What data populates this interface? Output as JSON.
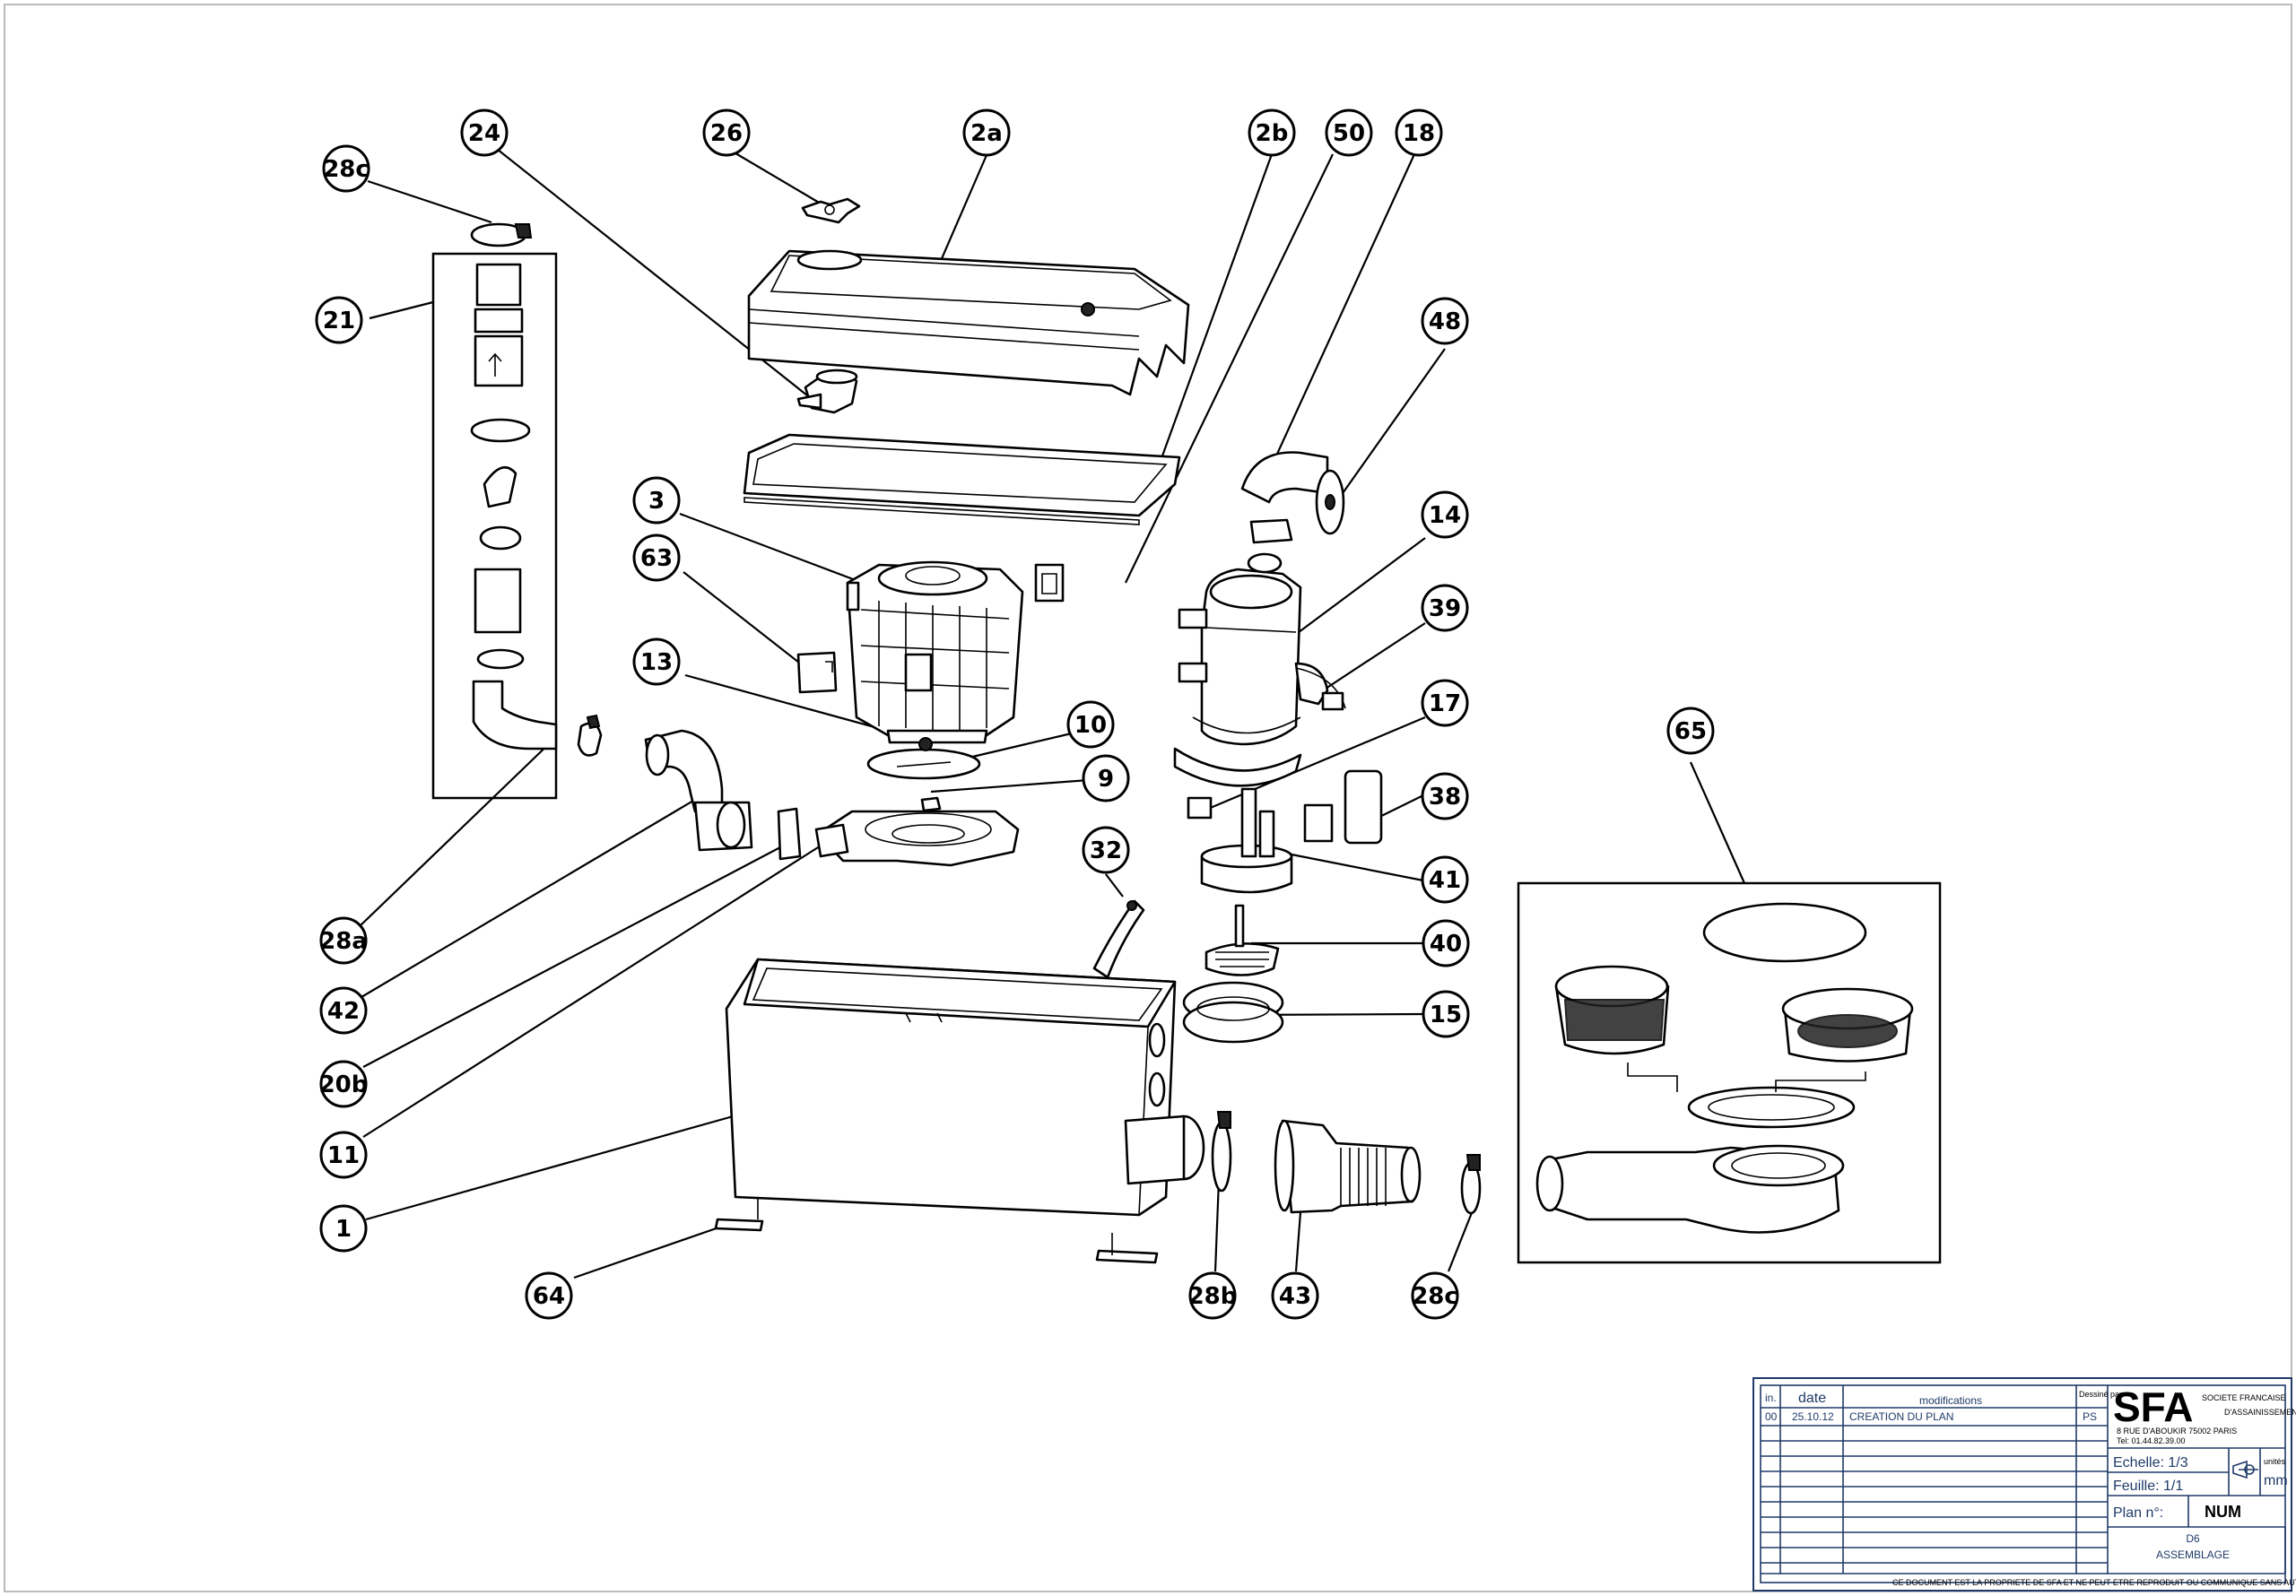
{
  "callouts": [
    "24",
    "26",
    "2a",
    "2b",
    "50",
    "18",
    "28c",
    "21",
    "48",
    "14",
    "3",
    "63",
    "39",
    "13",
    "10",
    "17",
    "9",
    "38",
    "41",
    "32",
    "40",
    "15",
    "28a",
    "42",
    "20b",
    "11",
    "1",
    "64",
    "28b",
    "43",
    "28c",
    "65"
  ],
  "title_block": {
    "headers": {
      "index": "in.",
      "date": "date",
      "modifications": "modifications",
      "designed_by": "Dessiné par"
    },
    "row": {
      "index": "00",
      "date": "25.10.12",
      "modification": "CREATION DU PLAN",
      "designer": "PS"
    },
    "company": {
      "logo": "SFA",
      "name_line1": "SOCIETE FRANCAISE",
      "name_line2": "D'ASSAINISSEMENT",
      "address": "8 RUE D'ABOUKIR 75002 PARIS",
      "phone": "Tel: 01.44.82.39.00"
    },
    "scale": "Echelle: 1/3",
    "sheet": "Feuille: 1/1",
    "units_label": "unités",
    "units_value": "mm",
    "plan_label": "Plan n°:",
    "plan_value": "NUM",
    "drawing_code": "D6",
    "drawing_title": "ASSEMBLAGE",
    "footer_note": "CE DOCUMENT EST LA PROPRIETE DE SFA ET NE PEUT ETRE REPRODUIT OU COMMUNIQUE SANS AUTORISATION"
  }
}
